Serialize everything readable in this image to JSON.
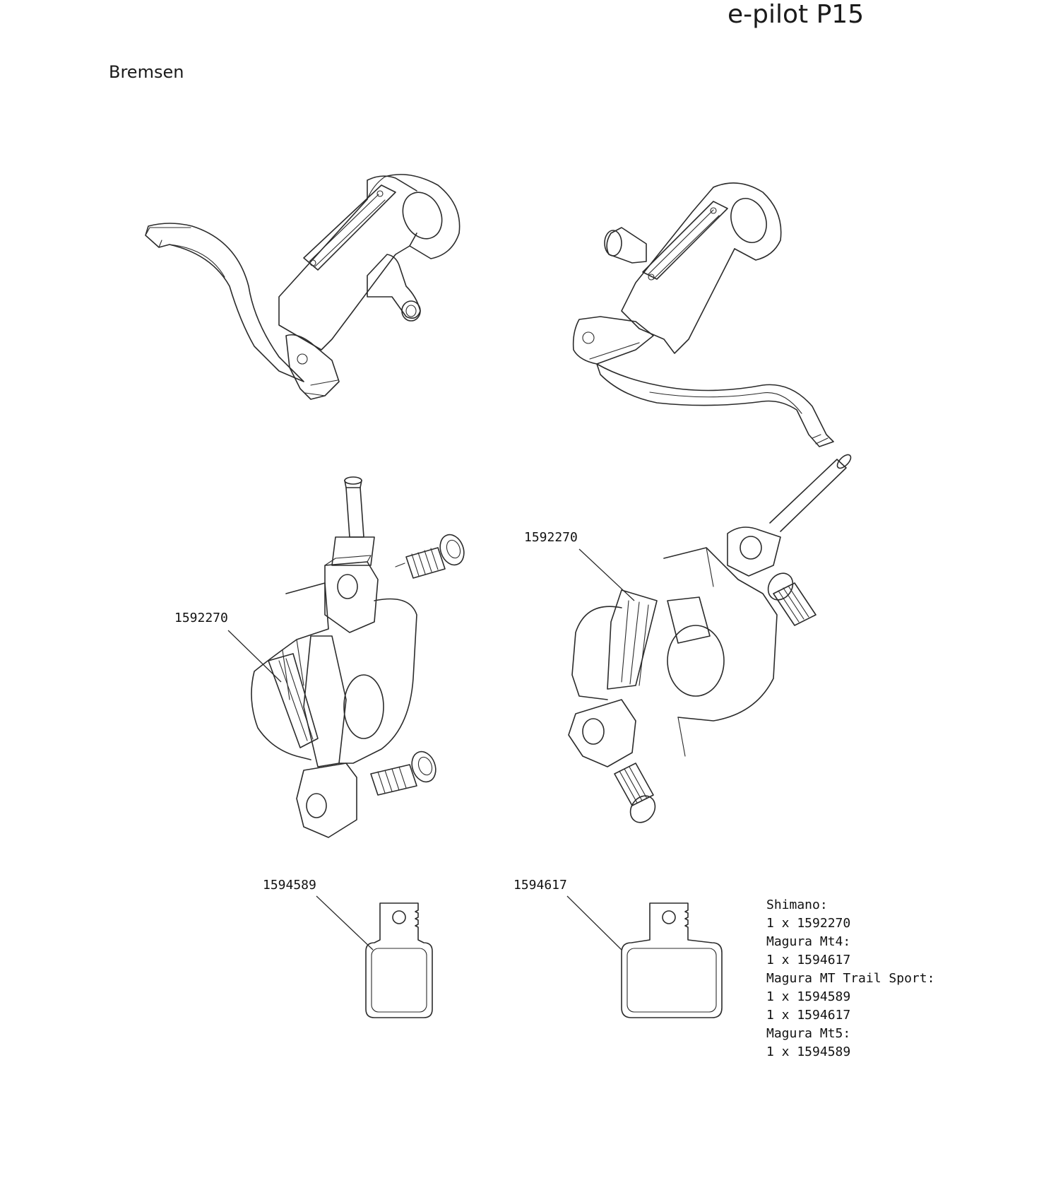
{
  "header": {
    "title": "e-pilot P15",
    "section": "Bremsen"
  },
  "callouts": {
    "caliper_left": "1592270",
    "caliper_right": "1592270",
    "pad_left": "1594589",
    "pad_right": "1594617"
  },
  "legend": {
    "lines": [
      "Shimano:",
      "1 x 1592270",
      "Magura Mt4:",
      "1 x 1594617",
      "Magura MT Trail Sport:",
      "1 x 1594589",
      "1 x 1594617",
      "Magura Mt5:",
      "1 x 1594589"
    ]
  }
}
